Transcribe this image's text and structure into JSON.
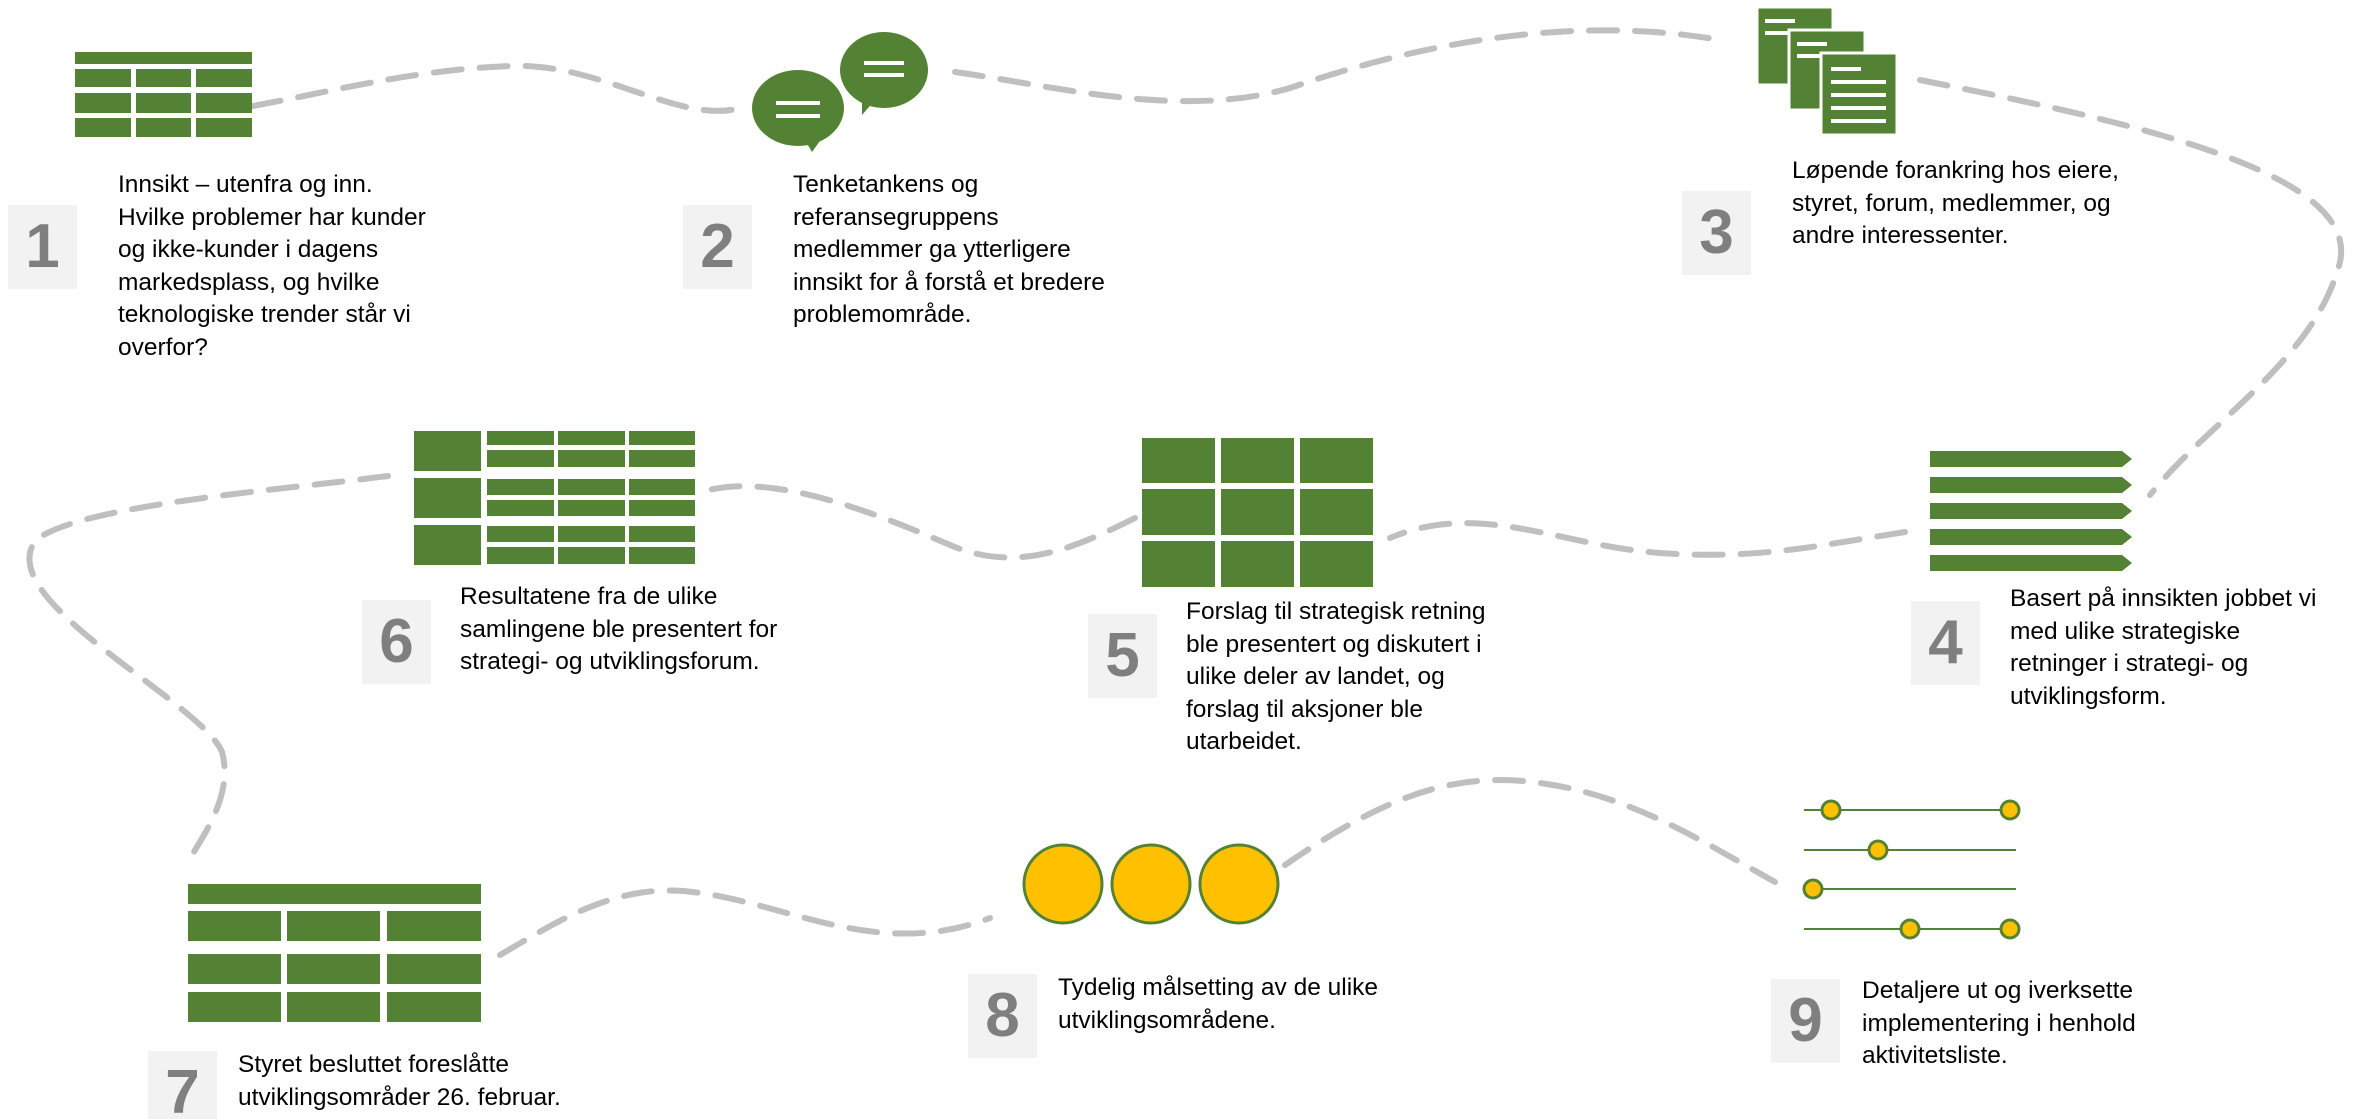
{
  "colors": {
    "green": "#548235",
    "gold": "#ffc000",
    "path": "#bfbfbf",
    "number_text": "#7f7f7f",
    "number_bg": "#f2f2f2",
    "text": "#000000"
  },
  "steps": [
    {
      "number": "1",
      "icon": "table-icon",
      "text": "Innsikt – utenfra og inn.\nHvilke problemer har kunder\nog ikke-kunder i dagens\nmarkedsplass, og hvilke\nteknologiske trender står vi\noverfor?"
    },
    {
      "number": "2",
      "icon": "chat-bubbles-icon",
      "text": "Tenketankens og\nreferansegruppens\nmedlemmer ga ytterligere\ninnsikt for å forstå et bredere\nproblemområde."
    },
    {
      "number": "3",
      "icon": "documents-icon",
      "text": "Løpende forankring hos eiere,\nstyret, forum, medlemmer, og\nandre interessenter."
    },
    {
      "number": "4",
      "icon": "list-arrows-icon",
      "text": "Basert på innsikten jobbet vi\nmed ulike strategiske\nretninger i strategi- og\nutviklingsform."
    },
    {
      "number": "5",
      "icon": "grid-icon",
      "text": "Forslag til strategisk retning\nble presentert og diskutert i\nulike deler av landet, og\nforslag til aksjoner ble\nutarbeidet."
    },
    {
      "number": "6",
      "icon": "matrix-table-icon",
      "text": "Resultatene fra de ulike\nsamlingene ble presentert for\nstrategi- og utviklingsforum."
    },
    {
      "number": "7",
      "icon": "table-icon",
      "text": "Styret besluttet foreslåtte\nutviklingsområder 26. februar."
    },
    {
      "number": "8",
      "icon": "circles-icon",
      "text": "Tydelig målsetting av de ulike\nutviklingsområdene."
    },
    {
      "number": "9",
      "icon": "sliders-icon",
      "text": "Detaljere ut og iverksette\nimplementering i henhold\naktivitetsliste."
    }
  ]
}
